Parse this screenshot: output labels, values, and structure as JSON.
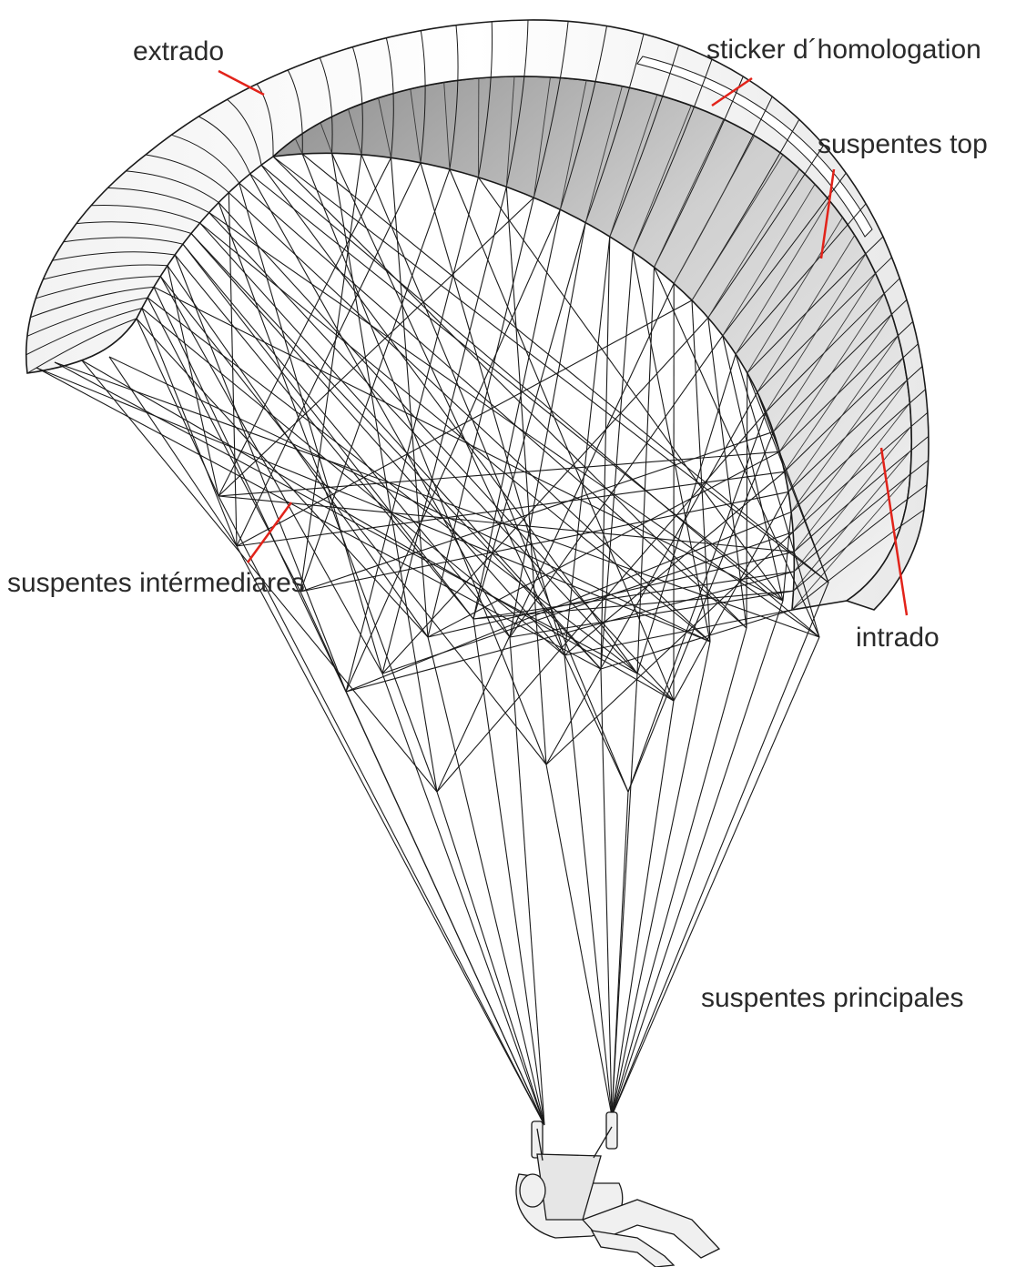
{
  "labels": {
    "extrado": "extrado",
    "sticker": "sticker d´homologation",
    "suspentes_top": "suspentes top",
    "suspentes_intermediaires": "suspentes intérmediares",
    "intrado": "intrado",
    "suspentes_principales": "suspentes principales"
  },
  "colors": {
    "leader": "#e2231a",
    "line": "#1a1a1a",
    "label_text": "#2a2a2a",
    "canopy_top": "#ffffff",
    "canopy_under": "#d9d9d9"
  }
}
